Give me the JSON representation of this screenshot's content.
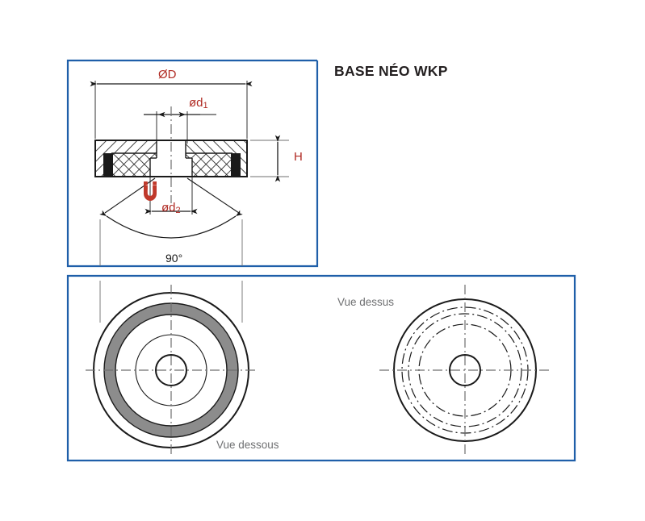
{
  "title": "BASE NÉO WKP",
  "colors": {
    "frame_blue": "#1f5fa9",
    "dimension_red": "#b02a23",
    "view_label_gray": "#6f7072",
    "magnet_gray": "#8c8c8c",
    "line_black": "#1a1a1a"
  },
  "dimensions": {
    "outer_diameter": "ØD",
    "bore_diameter_prefix": "ød",
    "bore_diameter_sub": "1",
    "counterbore_prefix": "ød",
    "counterbore_sub": "2",
    "height": "H",
    "angle": "90°"
  },
  "views": {
    "section": {
      "name": "cross-section-view",
      "magnet_symbol": "horseshoe-magnet-icon"
    },
    "bottom": {
      "label": "Vue dessous"
    },
    "top": {
      "label": "Vue dessus"
    }
  }
}
